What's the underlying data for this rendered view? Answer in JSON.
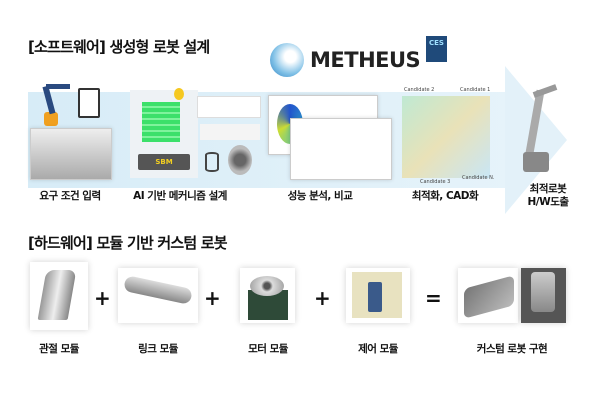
{
  "software": {
    "title": "[소프트웨어] 생성형 로봇 설계",
    "logo_text": "METHEUS",
    "badge": "CES",
    "sbm_label": "SBM",
    "candidates": [
      "Candidate 2",
      "Candidate 1",
      "Candidate 3",
      "Candidate N."
    ],
    "steps": [
      "요구 조건 입력",
      "AI 기반 메커니즘 설계",
      "성능 분석, 비교",
      "최적화, CAD화"
    ],
    "final_line1": "최적로봇",
    "final_line2": "H/W도출"
  },
  "hardware": {
    "title": "[하드웨어] 모듈 기반 커스텀 로봇",
    "modules": [
      "관절 모듈",
      "링크 모듈",
      "모터 모듈",
      "제어 모듈"
    ],
    "result": "커스텀 로봇 구현",
    "plus": "+",
    "equals": "="
  }
}
